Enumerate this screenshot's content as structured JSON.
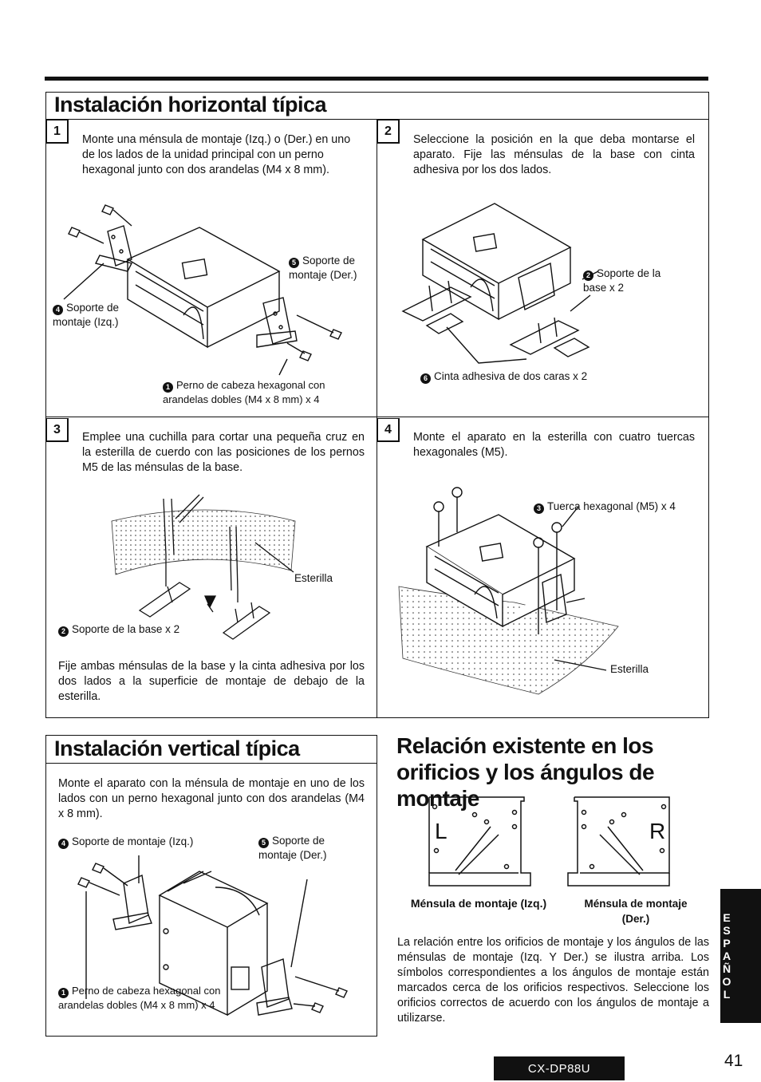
{
  "section1": {
    "title": "Instalación horizontal típica",
    "steps": [
      {
        "num": "1",
        "text": "Monte una ménsula de montaje (Izq.) o (Der.) en uno de los lados de la unidad principal con un perno hexagonal junto con dos arandelas (M4 x 8 mm).",
        "labels": [
          {
            "marker": "5",
            "text": "Soporte de montaje (Der.)"
          },
          {
            "marker": "4",
            "text": "Soporte de montaje (Izq.)"
          },
          {
            "marker": "1",
            "text": "Perno de cabeza hexagonal con arandelas dobles (M4 x 8 mm) x 4"
          }
        ]
      },
      {
        "num": "2",
        "text": "Seleccione la posición en la que deba montarse el aparato. Fije las ménsulas de la base con cinta adhesiva por los dos lados.",
        "labels": [
          {
            "marker": "2",
            "text": "Soporte de la base x 2"
          },
          {
            "marker": "6",
            "text": "Cinta adhesiva de dos caras x 2"
          }
        ]
      },
      {
        "num": "3",
        "text": "Emplee una cuchilla para cortar una pequeña cruz en la esterilla de cuerdo con las posiciones de los pernos M5 de las ménsulas de la base.",
        "labels": [
          {
            "marker": "",
            "text": "Esterilla"
          },
          {
            "marker": "2",
            "text": "Soporte de la base x 2"
          }
        ],
        "footer": "Fije ambas ménsulas de la base y la cinta adhesiva por los dos lados a la superficie de montaje de debajo de la esterilla."
      },
      {
        "num": "4",
        "text": "Monte el aparato en la esterilla con cuatro tuercas hexagonales (M5).",
        "labels": [
          {
            "marker": "3",
            "text": "Tuerca hexagonal (M5) x 4"
          },
          {
            "marker": "",
            "text": "Esterilla"
          }
        ]
      }
    ]
  },
  "section2": {
    "title": "Instalación vertical típica",
    "text": "Monte el aparato con la ménsula de montaje en uno de los lados con un perno hexagonal junto con dos arandelas (M4 x 8 mm).",
    "labels": [
      {
        "marker": "4",
        "text": "Soporte de montaje (Izq.)"
      },
      {
        "marker": "5",
        "text": "Soporte de montaje (Der.)"
      },
      {
        "marker": "1",
        "text": "Perno de cabeza hexagonal con arandelas dobles (M4 x 8 mm) x 4"
      }
    ]
  },
  "section3": {
    "title": "Relación existente en los orificios y los ángulos de montaje",
    "left_bracket": {
      "letter": "L",
      "caption": "Ménsula de montaje (Izq.)"
    },
    "right_bracket": {
      "letter": "R",
      "caption": "Ménsula de montaje (Der.)"
    },
    "text": "La relación entre los orificios de montaje y los ángulos de las ménsulas de montaje (Izq. Y Der.) se ilustra arriba. Los símbolos correspondientes a los ángulos de montaje están marcados cerca de los orificios respectivos. Seleccione los orificios correctos de acuerdo con los ángulos de montaje a utilizarse."
  },
  "sidebar": {
    "language": "ESPAÑOL"
  },
  "footer": {
    "model": "CX-DP88U",
    "page": "41"
  }
}
